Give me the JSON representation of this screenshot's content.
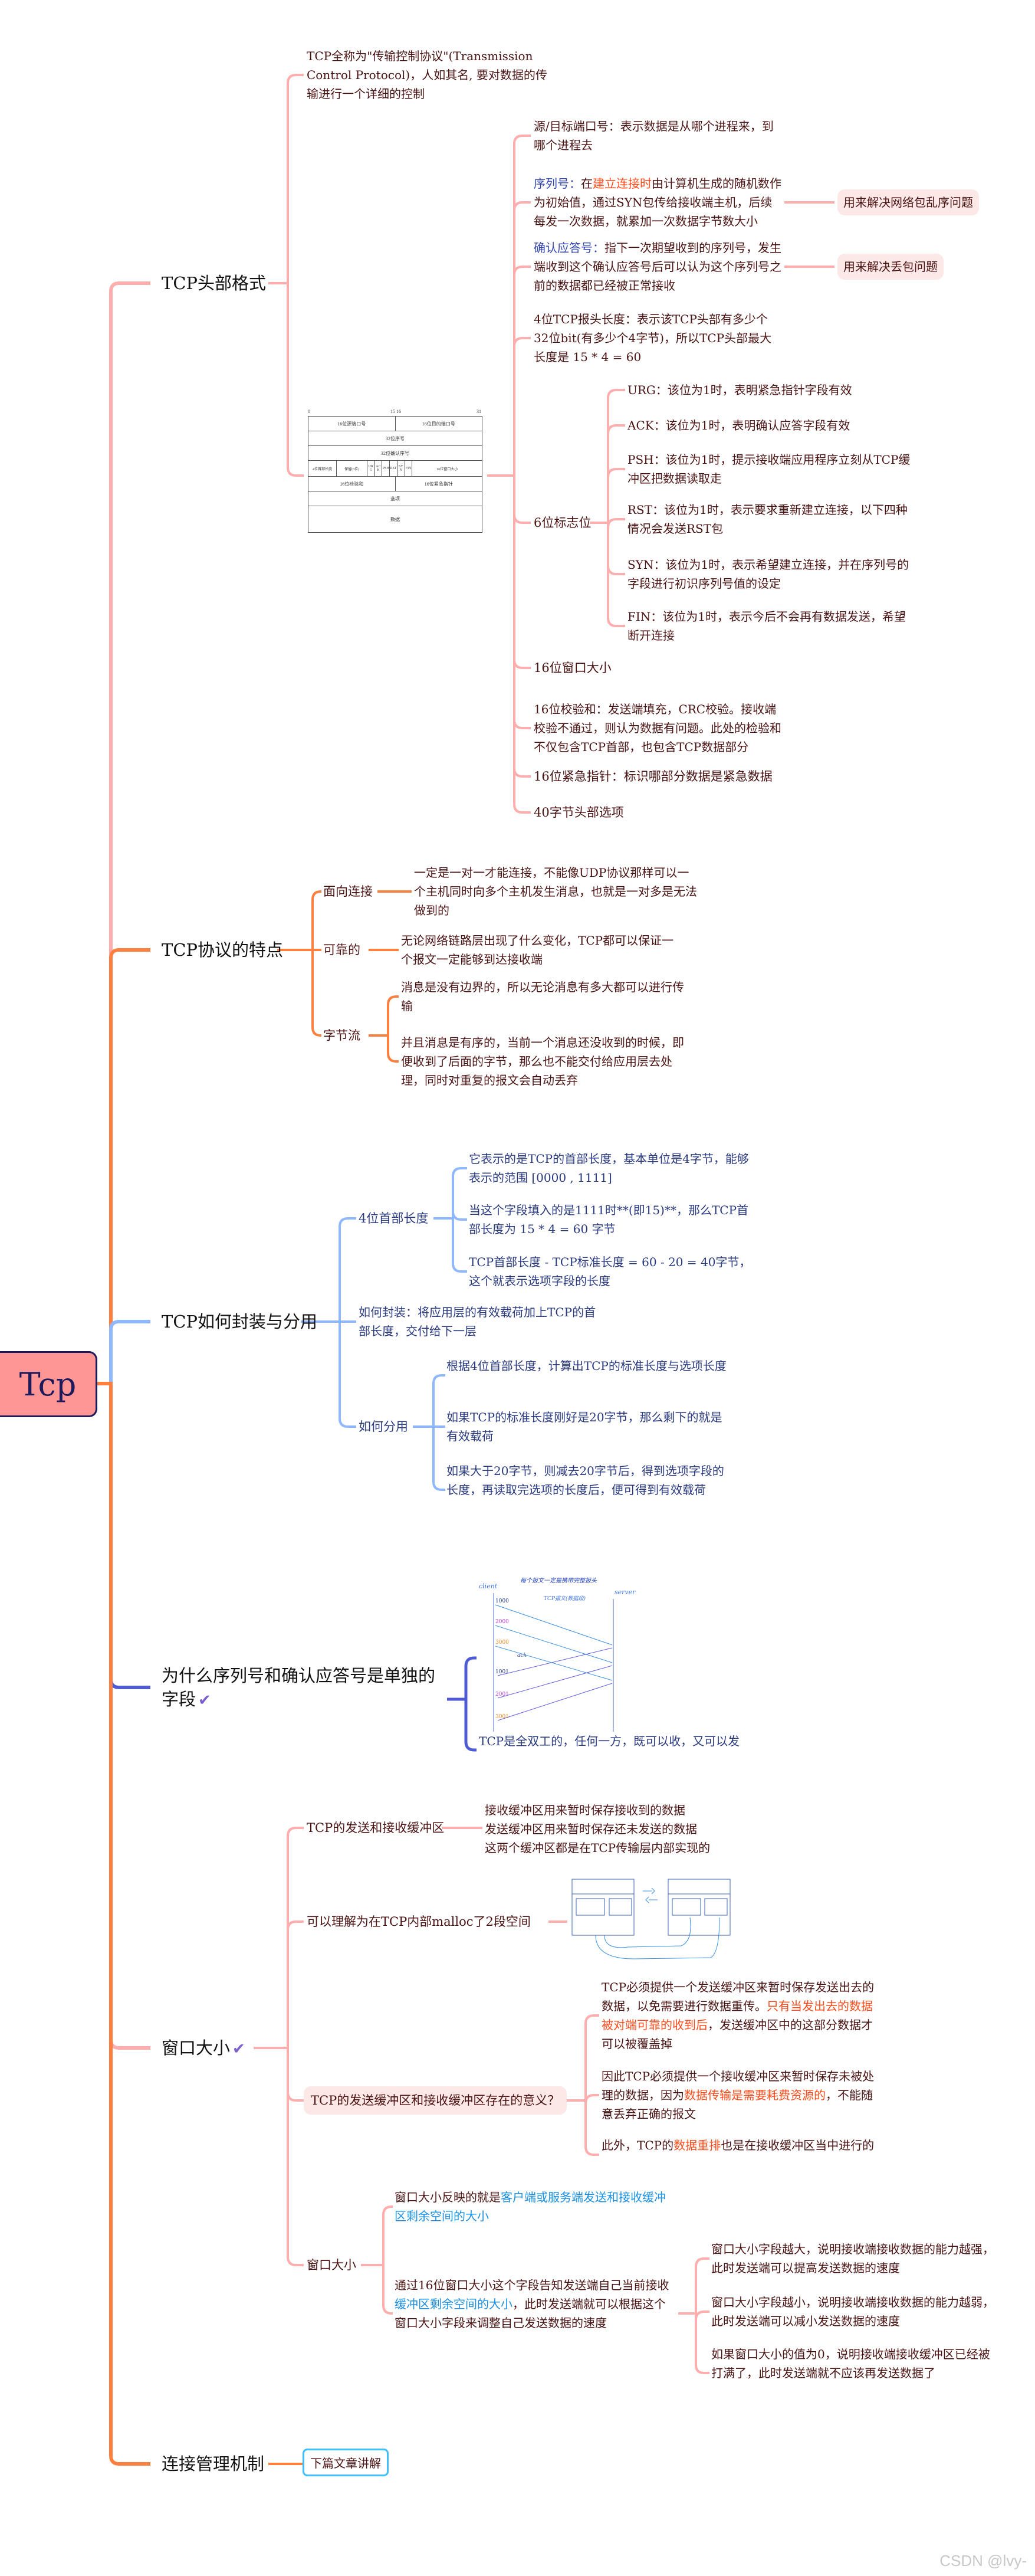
{
  "root": {
    "label": "Tcp"
  },
  "branches": {
    "header": {
      "title": "TCP头部格式",
      "intro": "TCP全称为\"传输控制协议\"(Transmission Control Protocol)，人如其名, 要对数据的传输进行一个详细的控制",
      "header_image": {
        "bit_labels": [
          "0",
          "15 16",
          "31"
        ],
        "rows": [
          [
            "16位源端口号",
            "16位目的端口号"
          ],
          [
            "32位序号"
          ],
          [
            "32位确认序号"
          ],
          [
            "4位首部长度",
            "保留(6位)",
            "URG",
            "ACK",
            "PSH",
            "RST",
            "SYN",
            "FIN",
            "16位窗口大小"
          ],
          [
            "16位检验和",
            "16位紧急指针"
          ],
          [
            "选项"
          ],
          [
            "数据"
          ]
        ]
      },
      "fields": {
        "port": "源/目标端口号：表示数据是从哪个进程来，到哪个进程去",
        "seq": {
          "label": "序列号：",
          "pre": "在",
          "highlight": "建立连接时",
          "rest": "由计算机生成的随机数作为初始值，通过SYN包传给接收端主机，后续每发一次数据，就累加一次数据字节数大小",
          "tag": "用来解决网络包乱序问题"
        },
        "ack": {
          "label": "确认应答号：",
          "rest": "指下一次期望收到的序列号，发生端收到这个确认应答号后可以认为这个序列号之前的数据都已经被正常接收",
          "tag": "用来解决丢包问题"
        },
        "hlen": "4位TCP报头长度：表示该TCP头部有多少个32位bit(有多少个4字节)，所以TCP头部最大长度是 15 * 4 = 60",
        "flags": {
          "title": "6位标志位",
          "items": [
            "URG：该位为1时，表明紧急指针字段有效",
            "ACK：该位为1时，表明确认应答字段有效",
            "PSH：该位为1时，提示接收端应用程序立刻从TCP缓冲区把数据读取走",
            "RST：该位为1时，表示要求重新建立连接，以下四种情况会发送RST包",
            "SYN：该位为1时，表示希望建立连接，并在序列号的字段进行初识序列号值的设定",
            "FIN：该位为1时，表示今后不会再有数据发送，希望断开连接"
          ]
        },
        "window": "16位窗口大小",
        "checksum": "16位校验和：发送端填充，CRC校验。接收端校验不通过，则认为数据有问题。此处的检验和不仅包含TCP首部，也包含TCP数据部分",
        "urgent": "16位紧急指针：标识哪部分数据是紧急数据",
        "options": "40字节头部选项"
      }
    },
    "features": {
      "title": "TCP协议的特点",
      "items": [
        {
          "label": "面向连接",
          "details": [
            "一定是一对一才能连接，不能像UDP协议那样可以一个主机同时向多个主机发生消息，也就是一对多是无法做到的"
          ]
        },
        {
          "label": "可靠的",
          "details": [
            "无论网络链路层出现了什么变化，TCP都可以保证一个报文一定能够到达接收端"
          ]
        },
        {
          "label": "字节流",
          "details": [
            "消息是没有边界的，所以无论消息有多大都可以进行传输",
            "并且消息是有序的，当前一个消息还没收到的时候，即便收到了后面的字节，那么也不能交付给应用层去处理，同时对重复的报文会自动丢弃"
          ]
        }
      ]
    },
    "encap": {
      "title": "TCP如何封装与分用",
      "hlen": {
        "label": "4位首部长度",
        "details": [
          "它表示的是TCP的首部长度，基本单位是4字节，能够表示的范围 [0000 , 1111]",
          "当这个字段填入的是1111时**(即15)**，那么TCP首部长度为 15 * 4 = 60 字节",
          "TCP首部长度 - TCP标准长度 = 60 - 20 = 40字节，这个就表示选项字段的长度"
        ]
      },
      "encapsulate": "如何封装：将应用层的有效载荷加上TCP的首部长度，交付给下一层",
      "demux": {
        "label": "如何分用",
        "details": [
          "根据4位首部长度，计算出TCP的标准长度与选项长度",
          "如果TCP的标准长度刚好是20字节，那么剩下的就是有效载荷",
          "如果大于20字节，则减去20字节后，得到选项字段的长度，再读取完选项的长度后，便可得到有效载荷"
        ]
      }
    },
    "why": {
      "title": "为什么序列号和确认应答号是单独的字段",
      "check_icon": "check-icon",
      "diagram": {
        "note": "每个报文一定是携带完整报头",
        "client": "client",
        "server": "server",
        "segment": "TCP报文(数据段)",
        "ack": "ack",
        "send": [
          "1000",
          "2000",
          "3000"
        ],
        "acks": [
          "1001",
          "2001",
          "3001"
        ],
        "colors": [
          "#1f3a8a",
          "#c040e0",
          "#f08c20"
        ]
      },
      "detail": "TCP是全双工的，任何一方，既可以收，又可以发"
    },
    "window": {
      "title": "窗口大小",
      "check_icon": "check-icon",
      "buffers": {
        "label": "TCP的发送和接收缓冲区",
        "lines": [
          "接收缓冲区用来暂时保存接收到的数据",
          "发送缓冲区用来暂时保存还未发送的数据",
          "这两个缓冲区都是在TCP传输层内部实现的"
        ]
      },
      "malloc": "可以理解为在TCP内部malloc了2段空间",
      "meaning": {
        "label": "TCP的发送缓冲区和接收缓冲区存在的意义？",
        "p1": {
          "pre": "TCP必须提供一个发送缓冲区来暂时保存发送出去的数据，以免需要进行数据重传。",
          "highlight": "只有当发出去的数据被对端可靠的收到后",
          "post": "，发送缓冲区中的这部分数据才可以被覆盖掉"
        },
        "p2": {
          "pre": "因此TCP必须提供一个接收缓冲区来暂时保存未被处理的数据，因为",
          "highlight": "数据传输是需要耗费资源的",
          "post": "，不能随意丢弃正确的报文"
        },
        "p3": {
          "pre": "此外，TCP的",
          "highlight": "数据重排",
          "post": "也是在接收缓冲区当中进行的"
        }
      },
      "size": {
        "label": "窗口大小",
        "p1": {
          "pre": "窗口大小反映的就是",
          "highlight": "客户端或服务端发送和接收缓冲区剩余空间的大小"
        },
        "p2": {
          "pre": "通过16位窗口大小这个字段告知发送端自己当前接收",
          "highlight": "缓冲区剩余空间的大小",
          "post": "，此时发送端就可以根据这个窗口大小字段来调整自己发送数据的速度"
        },
        "details": [
          "窗口大小字段越大，说明接收端接收数据的能力越强，此时发送端可以提高发送数据的速度",
          "窗口大小字段越小，说明接收端接收数据的能力越弱，此时发送端可以减小发送数据的速度",
          "如果窗口大小的值为0，说明接收端接收缓冲区已经被打满了，此时发送端就不应该再发送数据了"
        ]
      }
    },
    "conn": {
      "title": "连接管理机制",
      "next": "下篇文章讲解"
    }
  },
  "watermark": "CSDN @lvy-",
  "colors": {
    "pink": "#ffadad",
    "orange": "#ff7f3f",
    "lightblue": "#8fb8ff",
    "indigo": "#4f5bd5",
    "root_bg": "#ff9696",
    "root_border": "#1c1a5a"
  }
}
